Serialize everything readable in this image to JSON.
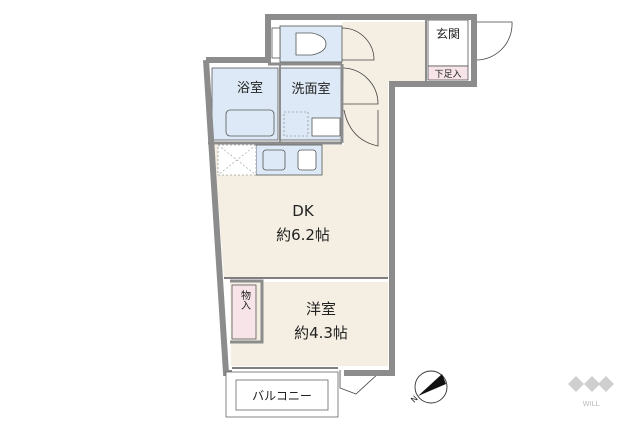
{
  "rooms": {
    "entrance": "玄関",
    "shoe_storage": "下足入",
    "bathroom": "浴室",
    "washroom": "洗面室",
    "dk_name": "DK",
    "dk_size": "約6.2帖",
    "western_name": "洋室",
    "western_size": "約4.3帖",
    "closet": "物入",
    "balcony": "バルコニー"
  },
  "compass": {
    "label": "N"
  },
  "logo": {
    "text": "WILL"
  },
  "colors": {
    "wall": "#8c8c8c",
    "floor": "#f5efe3",
    "wet_area": "#dde9f6",
    "closet": "#f6e4e8"
  }
}
